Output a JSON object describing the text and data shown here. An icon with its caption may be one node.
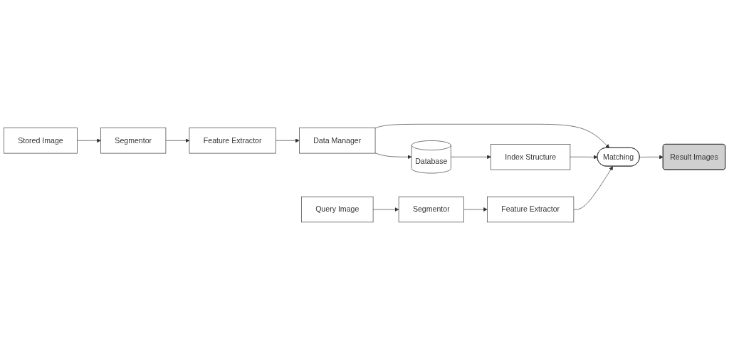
{
  "diagram": {
    "nodes": [
      {
        "text": [
          "Stored Image"
        ]
      },
      {
        "text": [
          "Segmentor"
        ]
      },
      {
        "text": [
          "Feature Extractor"
        ]
      },
      {
        "text": [
          "Data Manager"
        ]
      },
      {
        "text": [
          "Database"
        ]
      },
      {
        "text": [
          "Result Images"
        ]
      },
      {
        "text": [
          "Matching"
        ]
      },
      {
        "text": [
          "Index Structure"
        ]
      },
      {
        "text": [
          "Feature Extractor"
        ]
      },
      {
        "text": [
          "Segmentor"
        ]
      },
      {
        "text": [
          "Query Image"
        ]
      }
    ],
    "edges": [
      {
        "from": 0,
        "to": 1,
        "arrow": "to"
      },
      {
        "from": 1,
        "to": 2,
        "arrow": "to"
      },
      {
        "from": 2,
        "to": 3,
        "arrow": "to"
      },
      {
        "from": 3,
        "to": 4,
        "arrow": "to"
      },
      {
        "from": 3,
        "to": 6,
        "arrow": "to"
      },
      {
        "from": 4,
        "to": 7,
        "arrow": "to"
      },
      {
        "from": 7,
        "to": 6,
        "arrow": "to"
      },
      {
        "from": 6,
        "to": 5,
        "arrow": "to"
      },
      {
        "from": 8,
        "to": 6,
        "arrow": "to"
      },
      {
        "from": 9,
        "to": 8,
        "arrow": "to"
      },
      {
        "from": 10,
        "to": 9,
        "arrow": "to"
      }
    ]
  }
}
